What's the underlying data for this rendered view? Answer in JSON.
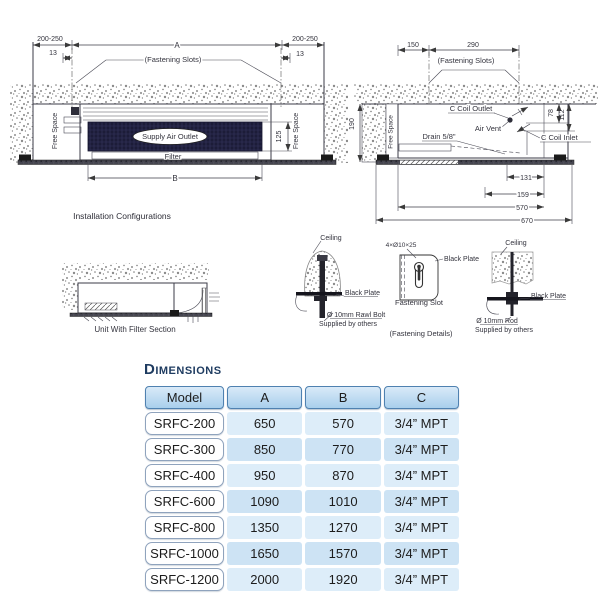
{
  "diagram_left": {
    "dim_200_250_left": "200-250",
    "dim_a": "A",
    "dim_200_250_right": "200-250",
    "dim_13_left": "13",
    "dim_13_right": "13",
    "fastening_slots": "(Fastening Slots)",
    "free_space_left": "Free Space",
    "free_space_right": "Free Space",
    "supply_air_outlet": "Supply Air Outlet",
    "dim_125": "125",
    "filter": "Filter",
    "dim_b": "B",
    "caption": "Installation Configurations"
  },
  "diagram_right": {
    "dim_150": "150",
    "dim_290": "290",
    "fastening_slots": "(Fastening Slots)",
    "dim_190": "190",
    "free_space": "Free Space",
    "c_coil_outlet": "C Coil Outlet",
    "air_vent": "Air Vent",
    "drain": "Drain 5/8\"",
    "c_coil_inlet": "C Coil Inlet",
    "dim_78": "78",
    "dim_112": "112",
    "dim_131": "131",
    "dim_159": "159",
    "dim_570": "570",
    "dim_670": "670"
  },
  "detail_filter_unit": {
    "caption": "Unit With Filter Section"
  },
  "detail_rawl_bolt": {
    "ceiling": "Ceiling",
    "black_plate": "Black Plate",
    "bolt_label": "Ø 10mm Rawl Bolt",
    "supplied": "Supplied by others"
  },
  "detail_slot": {
    "spec": "4×Ø10×25",
    "black_plate": "Black Plate",
    "caption": "Fastening Slot",
    "details_caption": "(Fastening Details)"
  },
  "detail_rod": {
    "ceiling": "Ceiling",
    "black_plate": "Black Plate",
    "rod_label": "Ø 10mm Rod",
    "supplied": "Supplied by others"
  },
  "table": {
    "title": "Dimensions",
    "headers": [
      "Model",
      "A",
      "B",
      "C"
    ],
    "rows": [
      {
        "model": "SRFC-200",
        "a": "650",
        "b": "570",
        "c": "3/4” MPT"
      },
      {
        "model": "SRFC-300",
        "a": "850",
        "b": "770",
        "c": "3/4” MPT"
      },
      {
        "model": "SRFC-400",
        "a": "950",
        "b": "870",
        "c": "3/4” MPT"
      },
      {
        "model": "SRFC-600",
        "a": "1090",
        "b": "1010",
        "c": "3/4” MPT"
      },
      {
        "model": "SRFC-800",
        "a": "1350",
        "b": "1270",
        "c": "3/4” MPT"
      },
      {
        "model": "SRFC-1000",
        "a": "1650",
        "b": "1570",
        "c": "3/4” MPT"
      },
      {
        "model": "SRFC-1200",
        "a": "2000",
        "b": "1920",
        "c": "3/4” MPT"
      }
    ]
  },
  "colors": {
    "title": "#1f3c61",
    "table_header_fill": "#b9d8f0",
    "table_header_border": "#4f81b0",
    "row_light": "#ddedf9",
    "row_dark": "#cde3f4",
    "line": "#3b3b47",
    "dark_fill": "#1c1c38"
  }
}
